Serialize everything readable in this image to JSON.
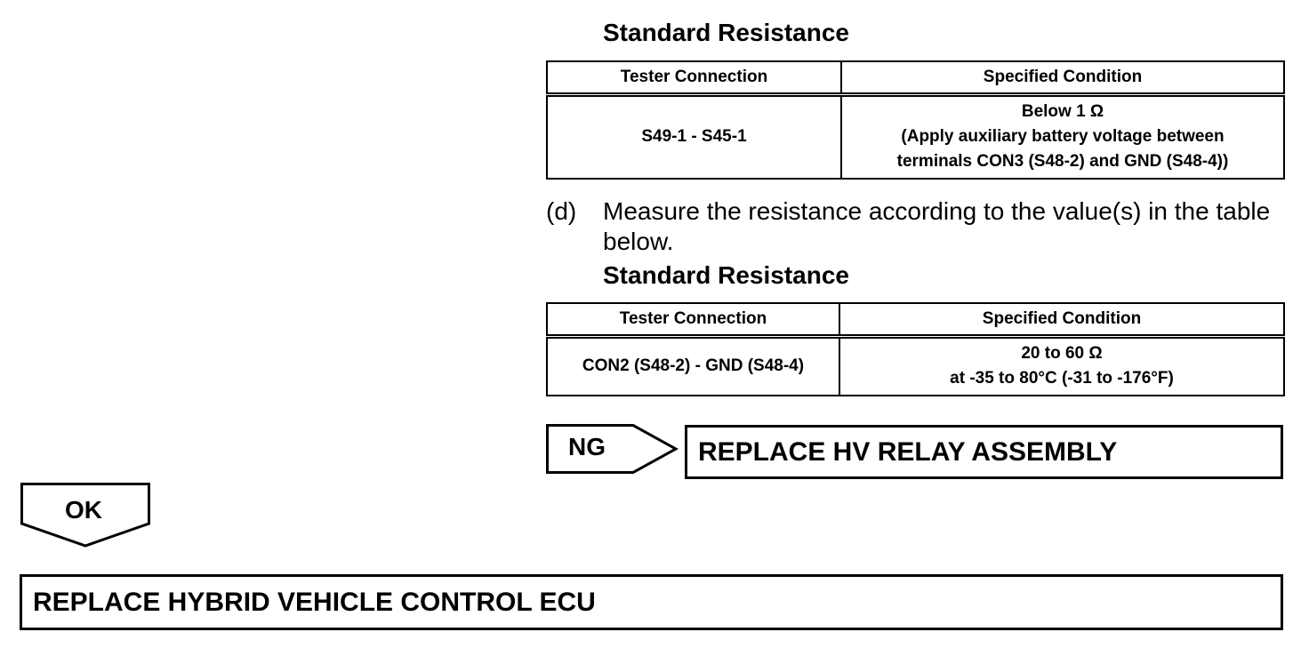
{
  "section1": {
    "heading": "Standard Resistance",
    "columns": [
      "Tester Connection",
      "Specified Condition"
    ],
    "rows": [
      {
        "connection": "S49-1 - S45-1",
        "condition": [
          "Below 1 Ω",
          "(Apply auxiliary battery voltage between",
          "terminals CON3 (S48-2) and GND (S48-4))"
        ]
      }
    ]
  },
  "step_d": {
    "label": "(d)",
    "text": "Measure the resistance according to the value(s) in the table below."
  },
  "section2": {
    "heading": "Standard Resistance",
    "columns": [
      "Tester Connection",
      "Specified Condition"
    ],
    "rows": [
      {
        "connection": "CON2 (S48-2) - GND (S48-4)",
        "condition": [
          "20 to 60 Ω",
          "at -35 to 80°C (-31 to -176°F)"
        ]
      }
    ]
  },
  "ng_branch": {
    "tag": "NG",
    "action": "REPLACE HV RELAY ASSEMBLY"
  },
  "ok_branch": {
    "tag": "OK",
    "action": "REPLACE HYBRID VEHICLE CONTROL ECU"
  }
}
